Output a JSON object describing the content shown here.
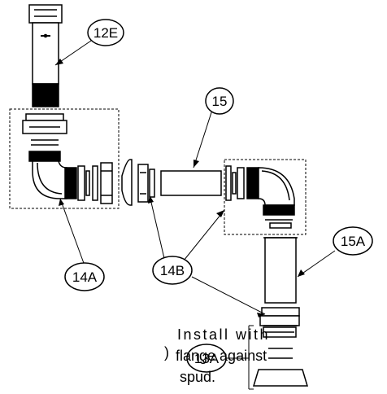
{
  "callouts": {
    "c12E": "12E",
    "c15": "15",
    "c14A": "14A",
    "c14B": "14B",
    "c15A": "15A",
    "c13A": "13A"
  },
  "note": {
    "line1": "Install with",
    "line2": "flange against",
    "line3": "spud."
  }
}
